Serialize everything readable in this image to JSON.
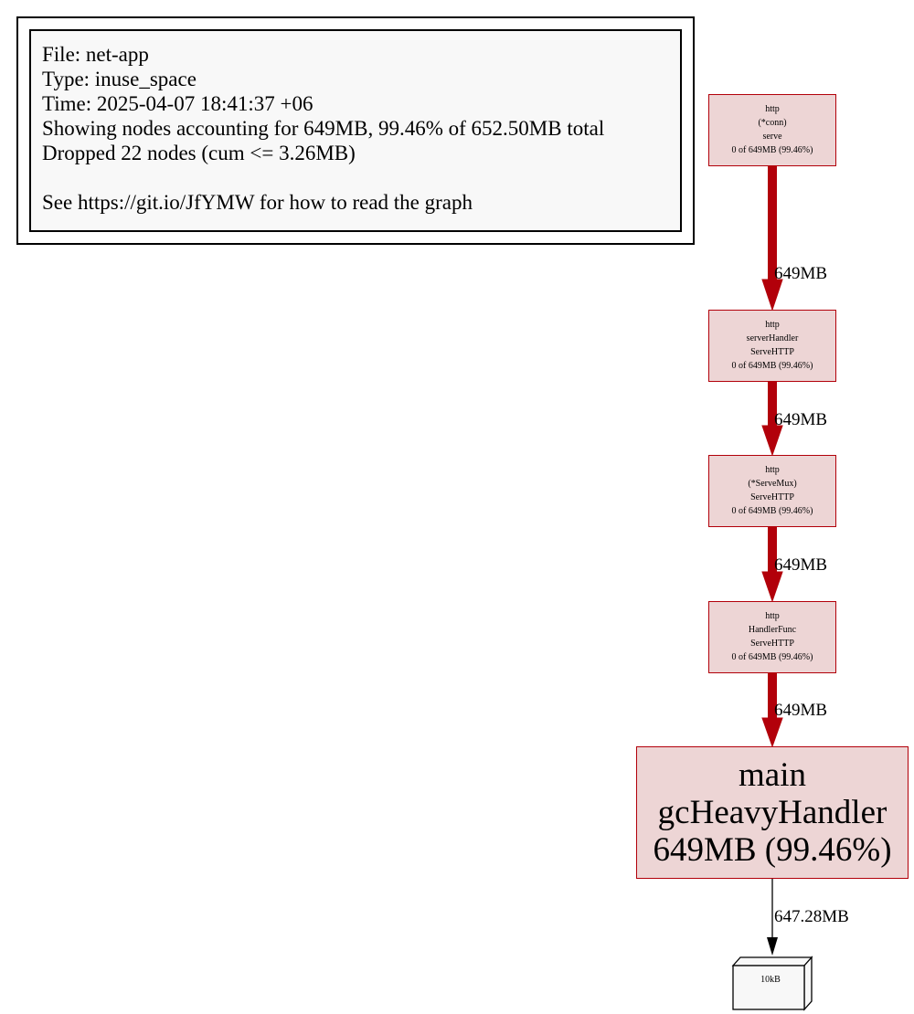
{
  "legend": {
    "file": "File: net-app",
    "type": "Type: inuse_space",
    "time": "Time: 2025-04-07 18:41:37 +06",
    "showing": "Showing nodes accounting for 649MB, 99.46% of 652.50MB total",
    "dropped": "Dropped 22 nodes (cum <= 3.26MB)",
    "see": "See https://git.io/JfYMW for how to read the graph"
  },
  "nodes": [
    {
      "lines": [
        "http",
        "(*conn)",
        "serve",
        "0 of 649MB (99.46%)"
      ]
    },
    {
      "lines": [
        "http",
        "serverHandler",
        "ServeHTTP",
        "0 of 649MB (99.46%)"
      ]
    },
    {
      "lines": [
        "http",
        "(*ServeMux)",
        "ServeHTTP",
        "0 of 649MB (99.46%)"
      ]
    },
    {
      "lines": [
        "http",
        "HandlerFunc",
        "ServeHTTP",
        "0 of 649MB (99.46%)"
      ]
    },
    {
      "lines": [
        "main",
        "gcHeavyHandler",
        "649MB (99.46%)"
      ]
    }
  ],
  "edges": [
    {
      "label": "649MB"
    },
    {
      "label": "649MB"
    },
    {
      "label": "649MB"
    },
    {
      "label": "649MB"
    },
    {
      "label": "647.28MB"
    }
  ],
  "leaf": {
    "label": "10kB"
  },
  "colors": {
    "node_fill": "#edd5d5",
    "node_border": "#b2000a",
    "heavy_edge": "#b2000a",
    "light_edge": "#000000",
    "legend_fill": "#f8f8f8"
  }
}
